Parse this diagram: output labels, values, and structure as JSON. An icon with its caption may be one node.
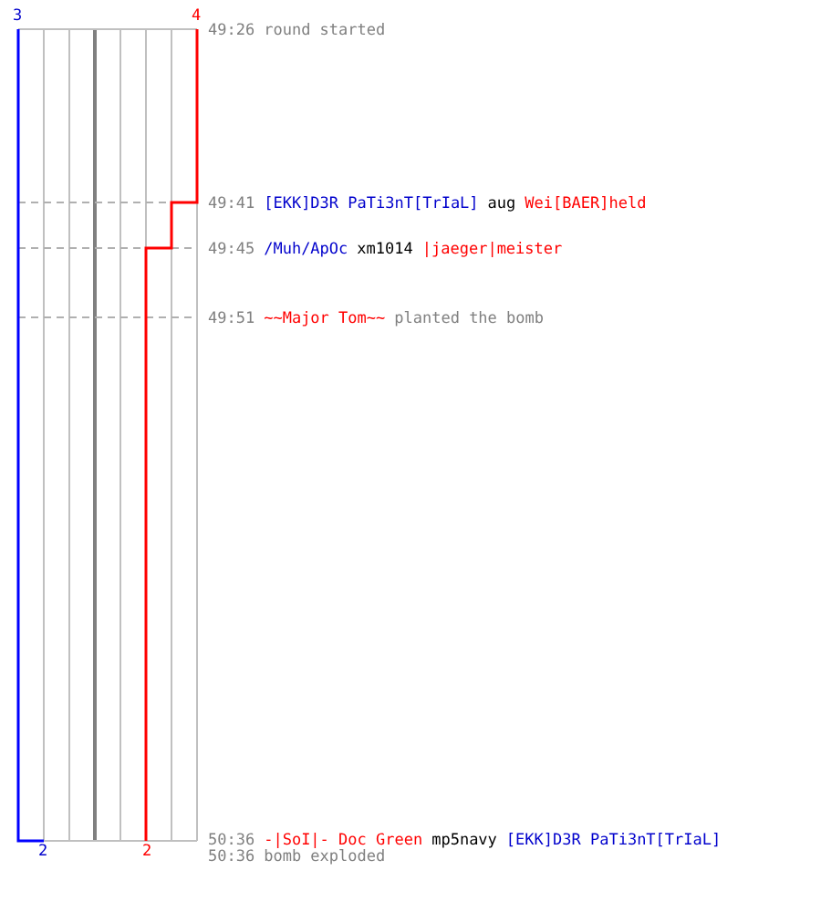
{
  "diagram": {
    "labels": [
      "3",
      "4",
      "49:26",
      "round started",
      "49:41",
      "[EKK]D3R PaTi3nT[TrIaL]",
      "aug",
      "Wei[BAER]held",
      "49:45",
      "/Muh/ApOc",
      "xm1014",
      "|jaeger|meister",
      "49:51",
      "~~Major Tom~~",
      "planted the bomb",
      "2",
      "2",
      "50:36",
      "-|SoI|- Doc Green",
      "mp5navy",
      "[EKK]D3R PaTi3nT[TrIaL]",
      "50:36",
      "bomb exploded"
    ]
  }
}
